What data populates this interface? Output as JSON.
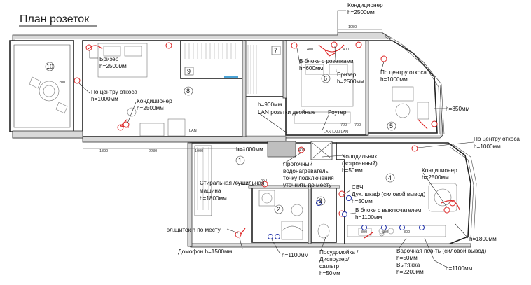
{
  "plan": {
    "title": "План розеток",
    "rooms": [
      "1",
      "2",
      "3",
      "4",
      "5",
      "6",
      "7",
      "8",
      "9",
      "10"
    ],
    "dims": [
      "1050",
      "400",
      "400",
      "1390",
      "2230",
      "1000",
      "400",
      "720",
      "700",
      "200",
      "800",
      "800",
      "800",
      "350"
    ],
    "annotations": {
      "konditsioner_top": "Кондиционер",
      "h2500_top": "h=2500мм",
      "brizer_left": "Бризер",
      "h2500_brizer_left": "h=2500мм",
      "block_rozetki": "В блоке с розетками",
      "h600": "h=600мм",
      "brizer_right": "Бризер",
      "h2500_brizer_right": "h=2500мм",
      "center_otkos_5": "По центру откоса",
      "h1000_5": "h=1000мм",
      "h850": "h=850мм",
      "center_otkos_8": "По центру откоса",
      "h1000_8": "h=1000мм",
      "konditsioner_8": "Кондиционер",
      "h2500_8": "h=2500мм",
      "lan_8": "LAN",
      "h900": "h=900мм",
      "lan_double": "LAN розетки двойные",
      "router": "Роутер",
      "lan_strip": "LAN LAN LAN",
      "h1000_hall": "h=1000мм",
      "heater_1": "Проточный",
      "heater_2": "водонагреватель",
      "heater_3": "точку подключения",
      "heater_4": "уточнить по месту",
      "fridge_1": "Холодильник",
      "fridge_2": "(встроенный)",
      "h50_fridge": "h=50мм",
      "center_otkos_4": "По центру откоса",
      "h1000_4": "h=1000мм",
      "konditsioner_4": "Кондиционер",
      "h2500_4": "h=2500мм",
      "washer_1": "Стиральная /сушильная",
      "washer_2": "машина",
      "h1800_washer": "h=1800мм",
      "svch": "СВЧ",
      "oven": "Дух. шкаф (силовой вывод)",
      "h50_oven": "h=50мм",
      "block_switch": "В блоке с выключателем",
      "h1100_switch": "h=1100мм",
      "panel": "эл.щиток h по месту",
      "intercom": "Домофон h=1500мм",
      "h1100_bottom": "h=1100мм",
      "dishwasher_1": "Посудомойка /",
      "dishwasher_2": "Диспоузер/",
      "dishwasher_3": "фильтр",
      "h50_dish": "h=50мм",
      "hob": "Варочная пов-ть (силовой вывод)",
      "h50_hob": "h=50мм",
      "hood": "Вытяжка",
      "h2200": "h=2200мм",
      "h1100_right": "h=1100мм",
      "h1800_right": "h=1800мм"
    }
  }
}
